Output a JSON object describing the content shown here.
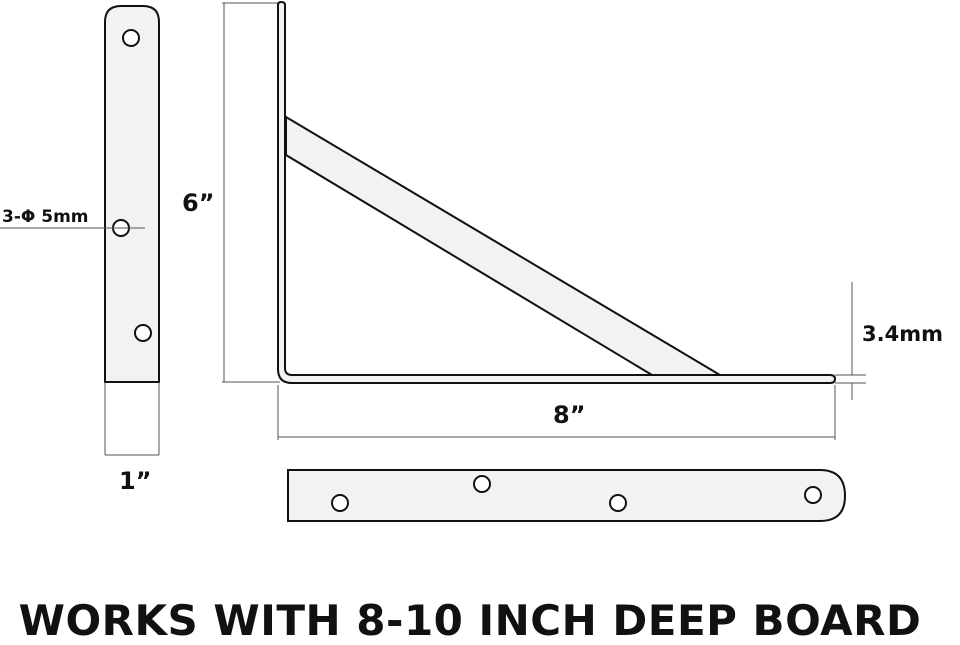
{
  "dimensions": {
    "hole_spec": "3-Φ 5mm",
    "height": "6”",
    "length": "8”",
    "width": "1”",
    "thickness": "3.4mm"
  },
  "caption": "WORKS WITH 8-10 INCH DEEP BOARD",
  "colors": {
    "line": "#111111",
    "fill": "#f2f2f2",
    "dim_line": "#555555"
  }
}
